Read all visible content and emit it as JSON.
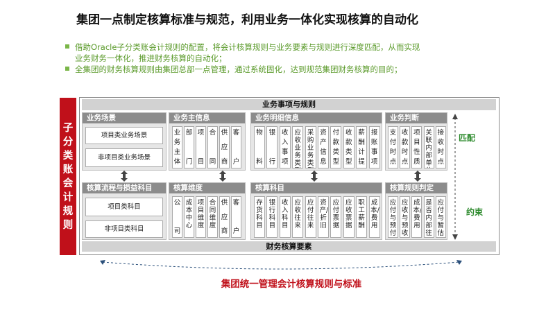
{
  "title": "集团一点制定核算标准与规范，利用业务一体化实现核算的自动化",
  "bullets": [
    "借助Oracle子分类账会计规则的配置，将会计核算规则与业务要素与规则进行深度匹配，从而实现",
    "业务财务一体化，推进财务核算的自动化；",
    "全集团的财务核算规则由集团总部一点管理，通过系统固化，达到规范集团财务核算的目的；"
  ],
  "side_label": "子分类账会计规则",
  "top_band": "业务事项与规则",
  "bottom_band": "财务核算要素",
  "match_label": "匹配",
  "constraint_label": "约束",
  "footer": "集团统一管理会计核算规则与标准",
  "sections": {
    "biz_scene": {
      "title": "业务场景",
      "items": [
        "项目类业务场景",
        "非项目类业务场景"
      ]
    },
    "biz_main": {
      "title": "业务主信息",
      "cols": [
        "业务主体",
        "部门",
        "项目",
        "合同",
        "供应商",
        "客户"
      ]
    },
    "biz_detail": {
      "title": "业务明细信息",
      "cols": [
        "物料",
        "银行",
        "收入事项",
        "应收业务类型",
        "采购业务类型",
        "资产信息",
        "付款类型",
        "收款类型",
        "薪酬计提",
        "报账事项"
      ]
    },
    "biz_judge": {
      "title": "业务判断",
      "cols": [
        "支付时点",
        "收款时点",
        "项目性质",
        "关联内部单位",
        "接收时点"
      ]
    },
    "flow_subject": {
      "title": "核算流程与损益科目",
      "items": [
        "项目类科目",
        "非项目类科目"
      ]
    },
    "acct_dim": {
      "title": "核算维度",
      "cols": [
        "公司",
        "成本中心",
        "项目维度",
        "合同维度",
        "供应商",
        "客户"
      ]
    },
    "acct_subject": {
      "title": "核算科目",
      "cols": [
        "存货科目",
        "银行科目",
        "收入科目",
        "应收往来",
        "应付往来",
        "资产/折旧",
        "应付票据",
        "应收票据",
        "职工薪酬",
        "成本/费用"
      ]
    },
    "rule_judge": {
      "title": "核算规则判定",
      "cols": [
        "应付与预付",
        "应收与预收",
        "成本/费用",
        "是否内部往来",
        "应付与暂估"
      ]
    }
  }
}
